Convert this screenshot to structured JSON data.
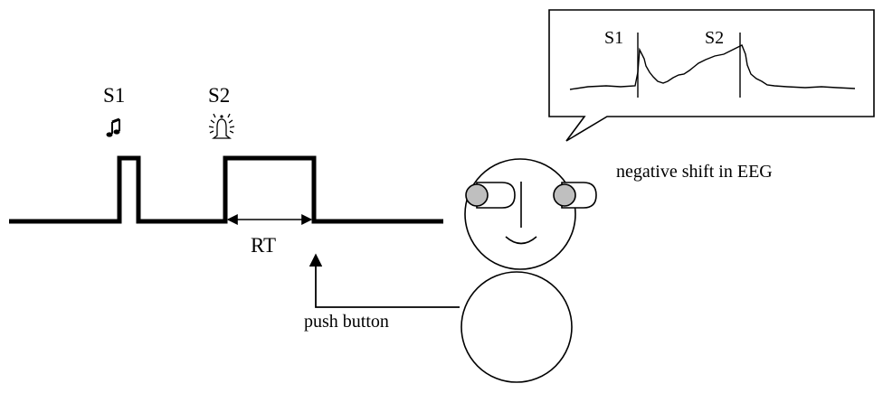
{
  "stimulus_timeline": {
    "s1_label": "S1",
    "s2_label": "S2",
    "s1_icon": "music-note-icon",
    "s2_icon": "ringing-bell-icon",
    "rt_label": "RT"
  },
  "response": {
    "push_button_label": "push button"
  },
  "eeg_bubble": {
    "s1_label": "S1",
    "s2_label": "S2",
    "caption": "negative shift in EEG"
  },
  "colors": {
    "line": "#000000",
    "eye_fill": "#bfbfbf",
    "background": "#ffffff"
  }
}
